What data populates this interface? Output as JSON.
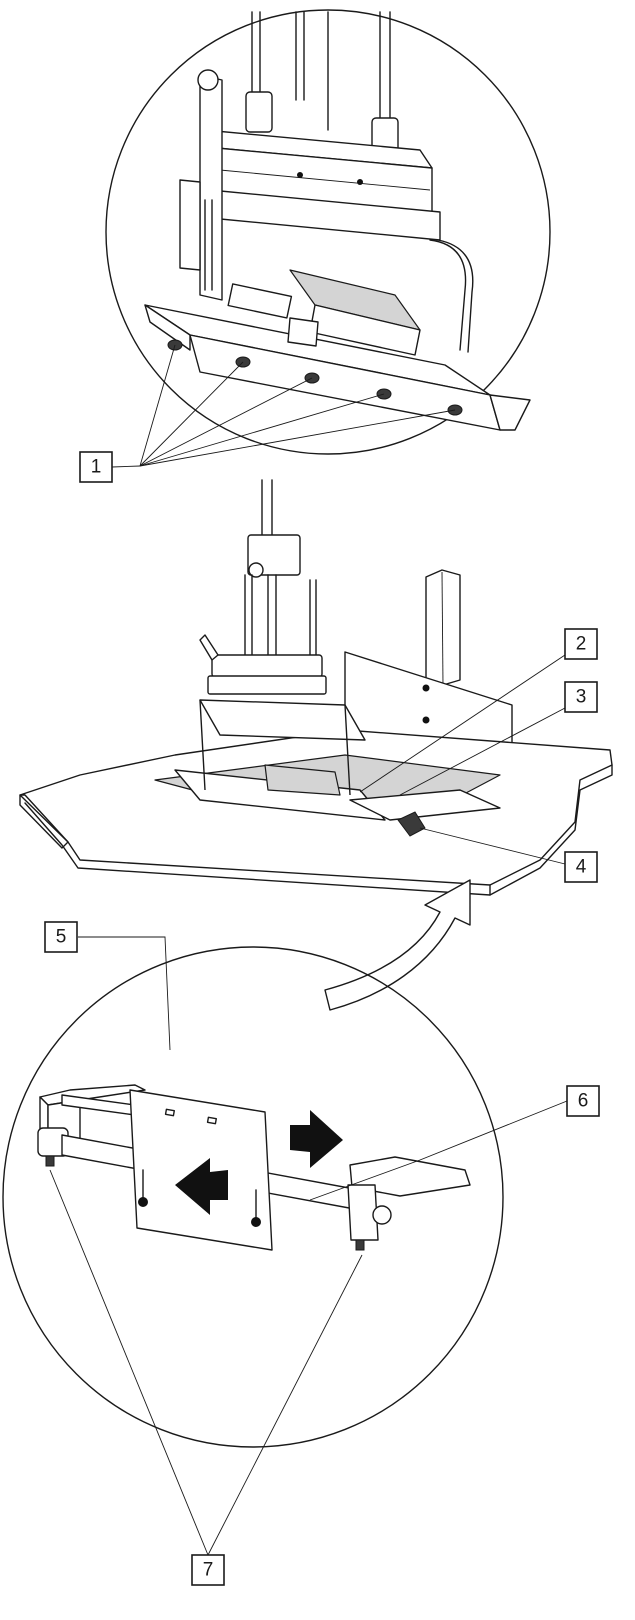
{
  "callouts": [
    {
      "id": "1",
      "label": "1"
    },
    {
      "id": "2",
      "label": "2"
    },
    {
      "id": "3",
      "label": "3"
    },
    {
      "id": "4",
      "label": "4"
    },
    {
      "id": "5",
      "label": "5"
    },
    {
      "id": "6",
      "label": "6"
    },
    {
      "id": "7",
      "label": "7"
    }
  ],
  "colors": {
    "line": "#1a1a1a",
    "shade": "#d4d4d4",
    "background": "#ffffff"
  }
}
